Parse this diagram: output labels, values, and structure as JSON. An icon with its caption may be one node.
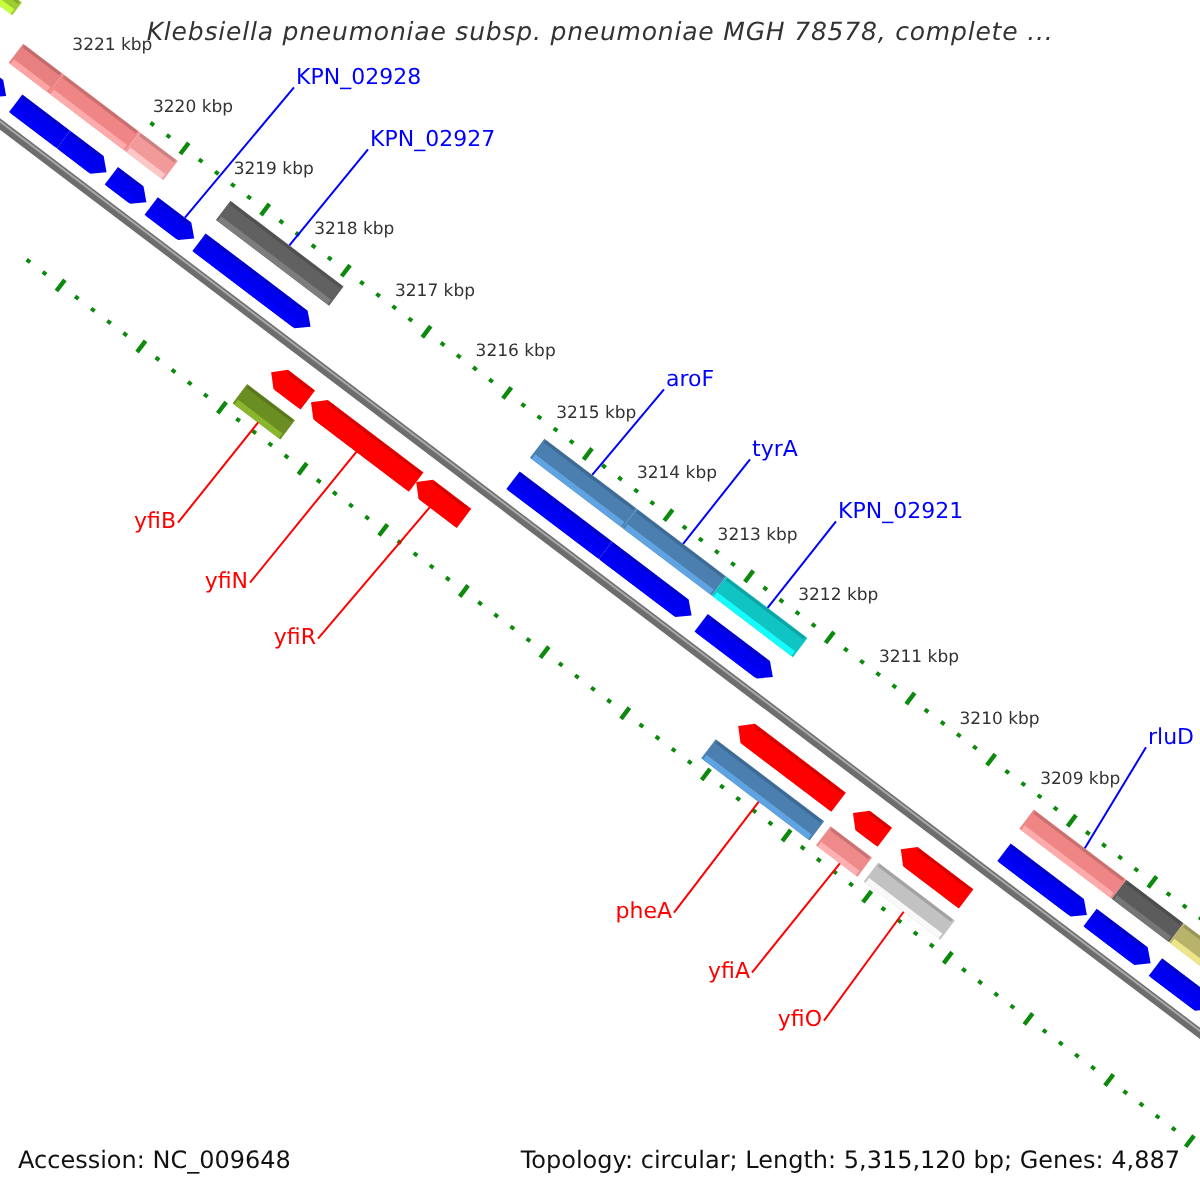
{
  "diagram": {
    "title": "Klebsiella pneumoniae subsp. pneumoniae MGH 78578, complete ...",
    "nodes": [
      {
        "text": [
          "KPN_02928"
        ]
      },
      {
        "text": [
          "KPN_02927"
        ]
      },
      {
        "text": [
          "aroF"
        ]
      },
      {
        "text": [
          "tyrA"
        ]
      },
      {
        "text": [
          "KPN_02921"
        ]
      },
      {
        "text": [
          "rluD"
        ]
      },
      {
        "text": [
          "yfiB"
        ]
      },
      {
        "text": [
          "yfiN"
        ]
      },
      {
        "text": [
          "yfiR"
        ]
      },
      {
        "text": [
          "pheA"
        ]
      },
      {
        "text": [
          "yfiA"
        ]
      },
      {
        "text": [
          "yfiO"
        ]
      },
      {
        "text": [],
        "shape": "bar"
      },
      {
        "text": [],
        "shape": "arrow"
      },
      {
        "text": [],
        "shape": "bar"
      },
      {
        "text": [],
        "shape": "bar"
      },
      {
        "text": [],
        "shape": "bar"
      },
      {
        "text": [],
        "shape": "arrow"
      },
      {
        "text": [],
        "shape": "bar"
      },
      {
        "text": [],
        "shape": "arrow"
      },
      {
        "text": [],
        "shape": "arrow"
      },
      {
        "text": [],
        "shape": "bar"
      },
      {
        "text": [],
        "shape": "arrow"
      },
      {
        "text": [],
        "shape": "bar"
      },
      {
        "text": [],
        "shape": "arrow"
      },
      {
        "text": [],
        "shape": "arrow"
      },
      {
        "text": [],
        "shape": "arrow"
      },
      {
        "text": [],
        "shape": "bar"
      },
      {
        "text": [],
        "shape": "bar"
      },
      {
        "text": [],
        "shape": "bar"
      },
      {
        "text": [],
        "shape": "arrow"
      },
      {
        "text": [],
        "shape": "bar"
      },
      {
        "text": [],
        "shape": "arrow"
      },
      {
        "text": [],
        "shape": "bar"
      },
      {
        "text": [],
        "shape": "arrow"
      },
      {
        "text": [],
        "shape": "bar"
      },
      {
        "text": [],
        "shape": "arrow"
      },
      {
        "text": [],
        "shape": "bar"
      },
      {
        "text": [],
        "shape": "arrow"
      },
      {
        "text": [],
        "shape": "bar"
      },
      {
        "text": [],
        "shape": "arrow"
      },
      {
        "text": [],
        "shape": "arrow"
      },
      {
        "text": [],
        "shape": "bar"
      },
      {
        "text": [],
        "shape": "bar"
      },
      {
        "text": [],
        "shape": "arrow"
      }
    ],
    "edges": [
      {
        "from": 0,
        "to": 20,
        "arrow": "none",
        "color": "#0000ff"
      },
      {
        "from": 1,
        "to": 21,
        "arrow": "none",
        "color": "#0000ff"
      },
      {
        "from": 2,
        "to": 27,
        "arrow": "none",
        "color": "#0000ff"
      },
      {
        "from": 3,
        "to": 29,
        "arrow": "none",
        "color": "#0000ff"
      },
      {
        "from": 4,
        "to": 31,
        "arrow": "none",
        "color": "#0000ff"
      },
      {
        "from": 5,
        "to": 39,
        "arrow": "none",
        "color": "#0000ff"
      },
      {
        "from": 6,
        "to": 23,
        "arrow": "none",
        "color": "#ff0000"
      },
      {
        "from": 7,
        "to": 25,
        "arrow": "none",
        "color": "#ff0000"
      },
      {
        "from": 8,
        "to": 26,
        "arrow": "none",
        "color": "#ff0000"
      },
      {
        "from": 9,
        "to": 33,
        "arrow": "none",
        "color": "#ff0000"
      },
      {
        "from": 10,
        "to": 35,
        "arrow": "none",
        "color": "#ff0000"
      },
      {
        "from": 11,
        "to": 37,
        "arrow": "none",
        "color": "#ff0000"
      }
    ],
    "labels": [
      "3221 kbp",
      "3220 kbp",
      "3219 kbp",
      "3218 kbp",
      "3217 kbp",
      "3216 kbp",
      "3215 kbp",
      "3214 kbp",
      "3213 kbp",
      "3212 kbp",
      "3211 kbp",
      "3210 kbp",
      "3209 kbp",
      "Accession: NC_009648",
      "Topology: circular; Length: 5,315,120 bp; Genes: 4,887"
    ]
  }
}
